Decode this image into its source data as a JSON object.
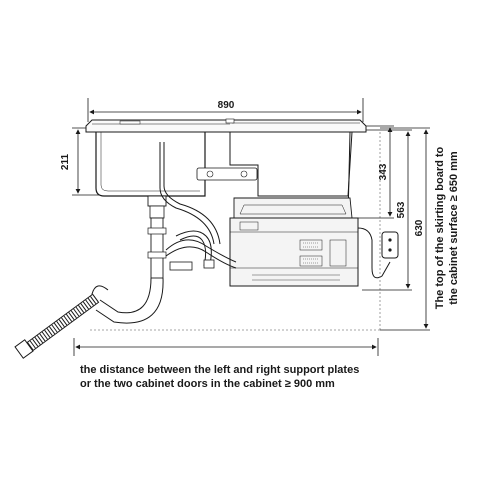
{
  "dimensions": {
    "width_top": "890",
    "sink_depth": "211",
    "height_343": "343",
    "height_563": "563",
    "height_630": "630"
  },
  "side_note": {
    "line1": "The top of the skirting board to",
    "line2": "the cabinet surface ≥ 650 mm"
  },
  "caption": {
    "line1": "the distance between the left and right support plates",
    "line2": "or the two cabinet doors in the cabinet ≥ 900 mm"
  },
  "colors": {
    "line": "#1a1a1a",
    "dashed": "#888888",
    "unit_fill": "#f4f4f4"
  }
}
